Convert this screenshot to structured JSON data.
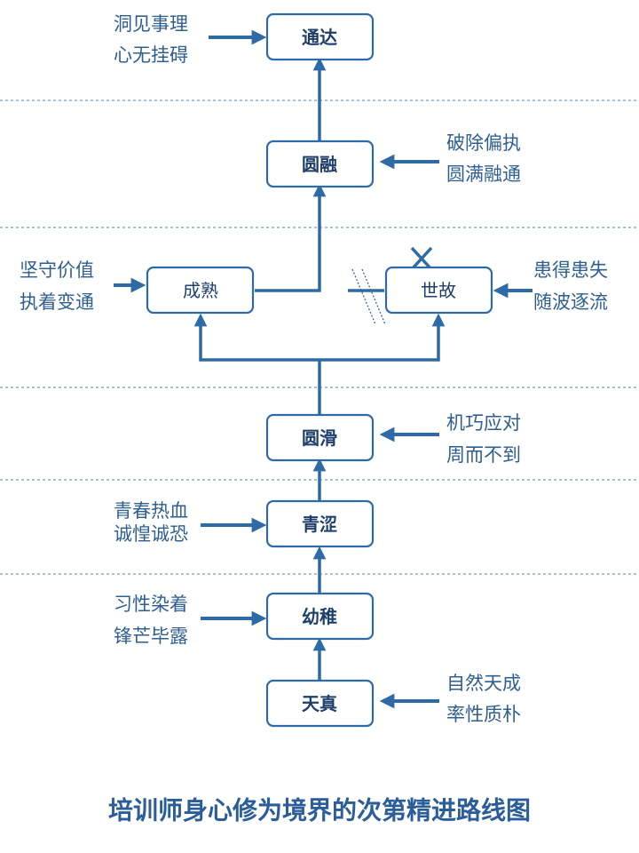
{
  "title": "培训师身心修为境界的次第精进路线图",
  "colors": {
    "line": "#2e6aa6",
    "box_border": "#2e6aa6",
    "text": "#1f3f6b",
    "title": "#2a5d9a",
    "divider": "#4f81bd"
  },
  "stages": {
    "tongda": "通达",
    "yuanrong": "圆融",
    "chengshu": "成熟",
    "shigu": "世故",
    "yuanhua": "圆滑",
    "qingse": "青涩",
    "youzhi": "幼稚",
    "tianzhen": "天真"
  },
  "notes": {
    "tongda": [
      "洞见事理",
      "心无挂碍"
    ],
    "yuanrong": [
      "破除偏执",
      "圆满融通"
    ],
    "chengshu": [
      "坚守价值",
      "执着变通"
    ],
    "shigu": [
      "患得患失",
      "随波逐流"
    ],
    "yuanhua": [
      "机巧应对",
      "周而不到"
    ],
    "qingse": [
      "青春热血",
      "诚惶诚恐"
    ],
    "youzhi": [
      "习性染着",
      "锋芒毕露"
    ],
    "tianzhen": [
      "自然天成",
      "率性质朴"
    ]
  },
  "icons": {
    "rejected_marker": "cross-icon",
    "blocked_marker": "double-slash-icon"
  }
}
